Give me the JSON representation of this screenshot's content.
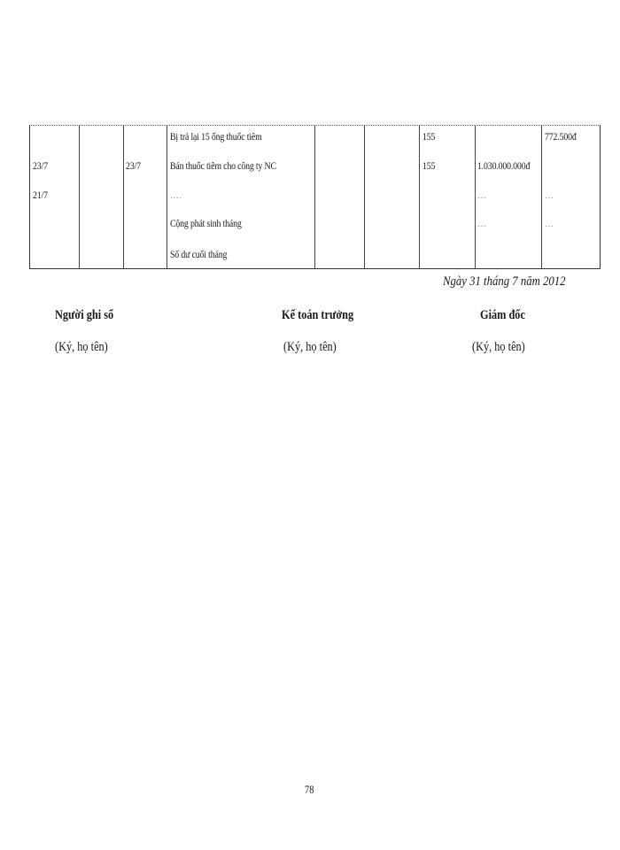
{
  "ledger": {
    "rows": [
      {
        "date_recorded": "",
        "voucher_no": "",
        "voucher_date": "",
        "description": "Bị trả lại 15 ống thuốc tiêm",
        "col5": "",
        "col6": "",
        "account": "155",
        "debit": "",
        "credit": "772.500đ"
      },
      {
        "date_recorded": "23/7",
        "voucher_no": "",
        "voucher_date": "23/7",
        "description": "Bán thuốc tiêm  cho công ty NC",
        "col5": "",
        "col6": "",
        "account": "155",
        "debit": "1.030.000.000đ",
        "credit": ""
      },
      {
        "date_recorded": "21/7",
        "voucher_no": "",
        "voucher_date": "",
        "description": "….",
        "col5": "",
        "col6": "",
        "account": "",
        "debit": "…",
        "credit": "…"
      },
      {
        "date_recorded": "",
        "voucher_no": "",
        "voucher_date": "",
        "description": "Cộng phát sinh  tháng",
        "col5": "",
        "col6": "",
        "account": "",
        "debit": "…",
        "credit": "…"
      },
      {
        "date_recorded": "",
        "voucher_no": "",
        "voucher_date": "",
        "description": "Số dư cuối tháng",
        "col5": "",
        "col6": "",
        "account": "",
        "debit": "",
        "credit": ""
      }
    ]
  },
  "footer": {
    "date_line": "Ngày 31 tháng 7 năm 2012",
    "signatures": [
      {
        "title": "Người ghi sổ",
        "subtitle": "(Ký, họ tên)"
      },
      {
        "title": "Kế toán trưởng",
        "subtitle": "(Ký, họ tên)"
      },
      {
        "title": "Giám đốc",
        "subtitle": "(Ký, họ tên)"
      }
    ],
    "page_number": "78"
  }
}
